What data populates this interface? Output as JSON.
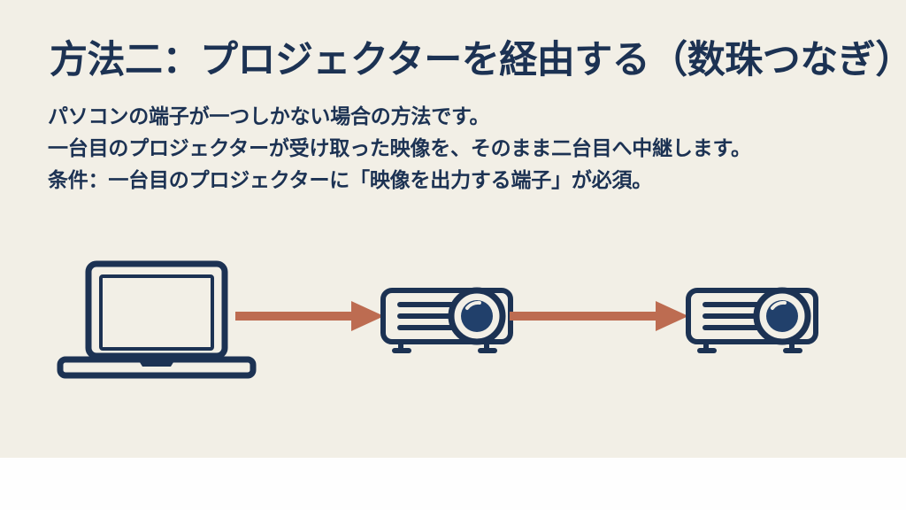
{
  "slide": {
    "title": "方法二：プロジェクターを経由する（数珠つなぎ）",
    "body_lines": [
      "パソコンの端子が一つしかない場合の方法です。",
      "一台目のプロジェクターが受け取った映像を、そのまま二台目へ中継します。",
      "条件：一台目のプロジェクターに「映像を出力する端子」が必須。"
    ],
    "colors": {
      "background": "#f2efe6",
      "bottom_band": "#fefefe",
      "ink": "#1c3253",
      "arrow": "#bd6c51"
    }
  },
  "diagram": {
    "type": "flow",
    "nodes": [
      {
        "id": "laptop",
        "icon": "laptop-icon",
        "label": ""
      },
      {
        "id": "projector-1",
        "icon": "projector-icon",
        "label": ""
      },
      {
        "id": "projector-2",
        "icon": "projector-icon",
        "label": ""
      }
    ],
    "connectors": [
      {
        "id": "arrow-1",
        "from": "laptop",
        "to": "projector-1",
        "direction": "right"
      },
      {
        "id": "arrow-2",
        "from": "projector-1",
        "to": "projector-2",
        "direction": "right"
      }
    ]
  }
}
